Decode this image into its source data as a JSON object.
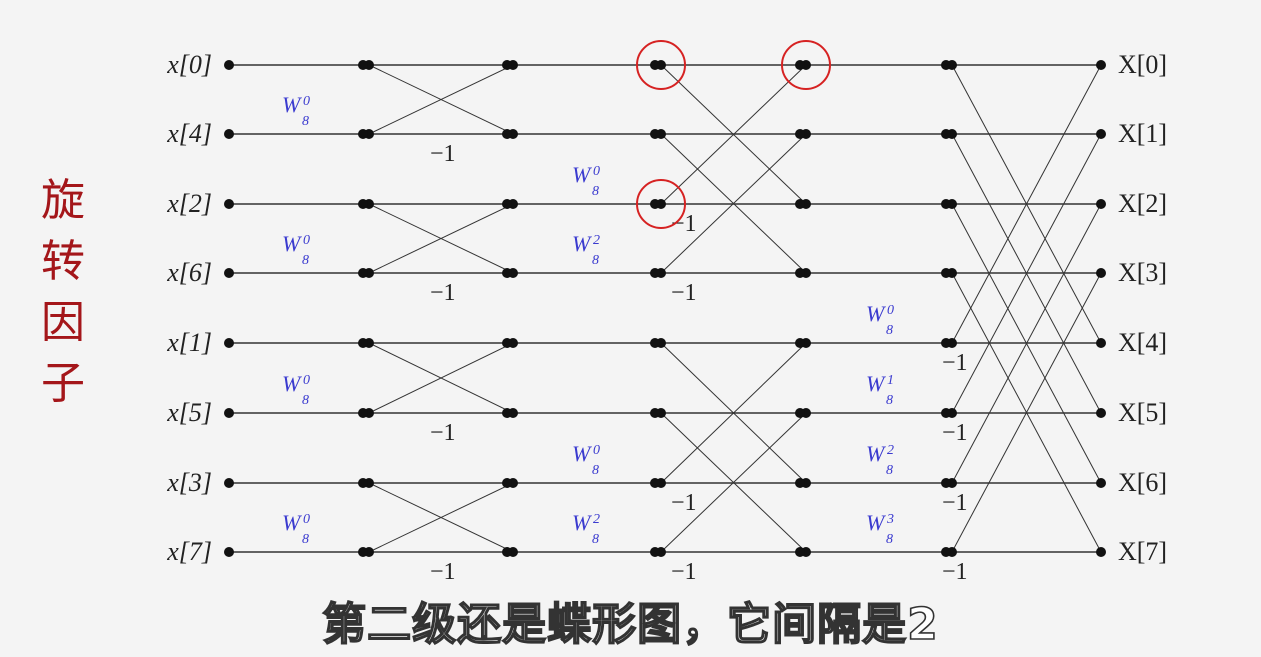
{
  "inputs": [
    "x[0]",
    "x[4]",
    "x[2]",
    "x[6]",
    "x[1]",
    "x[5]",
    "x[3]",
    "x[7]"
  ],
  "outputs": [
    "X[0]",
    "X[1]",
    "X[2]",
    "X[3]",
    "X[4]",
    "X[5]",
    "X[6]",
    "X[7]"
  ],
  "side_label": [
    "旋",
    "转",
    "因",
    "子"
  ],
  "caption": "第二级还是蝶形图，它间隔是2",
  "minus_one": "−1",
  "twiddle_base": "W",
  "twiddle_sub": "8",
  "colors": {
    "twiddle": "#3a3acf",
    "side_label": "#a4161a",
    "highlight": "#d62222",
    "line": "#333333"
  },
  "stages": [
    {
      "twiddles": [
        [
          1,
          "0"
        ],
        [
          3,
          "0"
        ],
        [
          5,
          "0"
        ],
        [
          7,
          "0"
        ]
      ],
      "negatives": [
        1,
        3,
        5,
        7
      ]
    },
    {
      "twiddles": [
        [
          2,
          "0"
        ],
        [
          3,
          "2"
        ],
        [
          6,
          "0"
        ],
        [
          7,
          "2"
        ]
      ],
      "negatives": [
        2,
        3,
        6,
        7
      ]
    },
    {
      "twiddles": [
        [
          4,
          "0"
        ],
        [
          5,
          "1"
        ],
        [
          6,
          "2"
        ],
        [
          7,
          "3"
        ]
      ],
      "negatives": [
        4,
        5,
        6,
        7
      ]
    }
  ],
  "highlighted_nodes": [
    {
      "stage": 2,
      "row": 0
    },
    {
      "stage": 2,
      "row": 2
    },
    {
      "stage": 3,
      "row": 0
    }
  ]
}
